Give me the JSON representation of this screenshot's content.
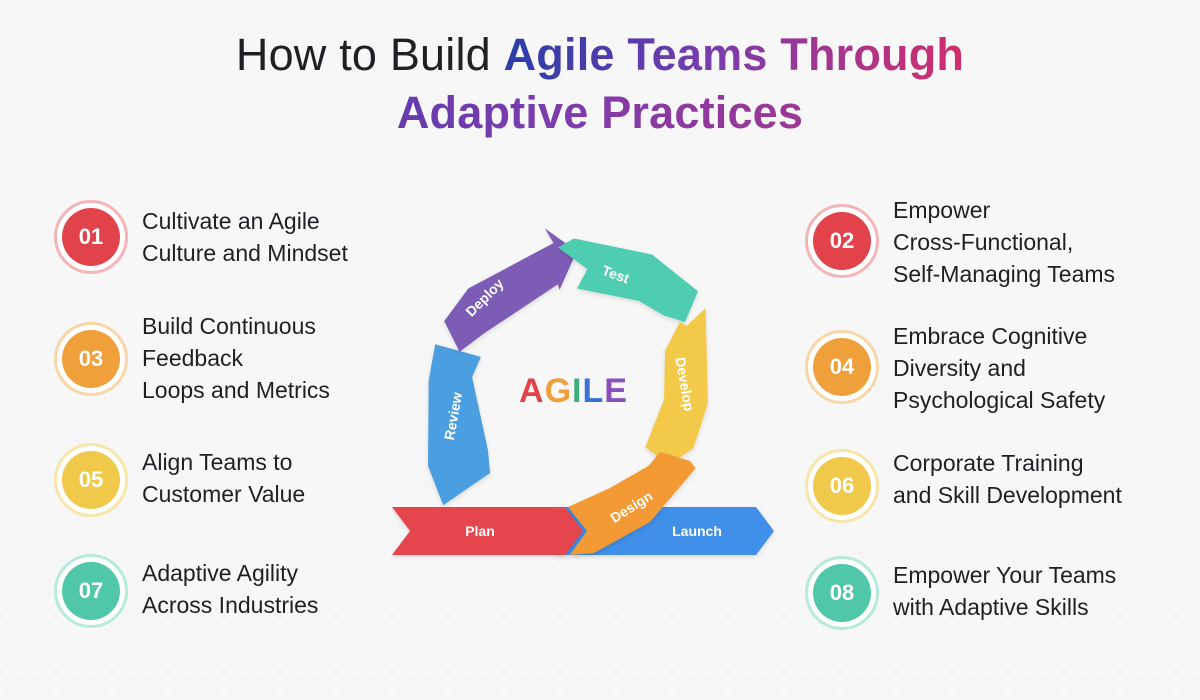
{
  "title": {
    "line1_plain": "How to Build ",
    "line1_grad": "Agile Teams Through",
    "line2_grad": "Adaptive Practices"
  },
  "center_word": "AGILE",
  "center_letter_colors": [
    "#e2434b",
    "#f0a03a",
    "#3fae7f",
    "#3b6fd8",
    "#8a4fb8"
  ],
  "cycle": {
    "deploy": "Deploy",
    "test": "Test",
    "develop": "Develop",
    "design": "Design",
    "review": "Review",
    "plan": "Plan",
    "launch": "Launch"
  },
  "cycle_colors": {
    "deploy": "#7b5bb5",
    "test": "#4fcdb0",
    "develop": "#f3c94a",
    "design": "#f39a35",
    "review": "#4b9fe0",
    "plan": "#e5454d",
    "launch": "#3f8fe8"
  },
  "items": [
    {
      "num": "01",
      "color": "#e2434b",
      "ring": "#f3b5b8",
      "lines": [
        "Cultivate an Agile",
        "Culture and Mindset"
      ]
    },
    {
      "num": "02",
      "color": "#e2434b",
      "ring": "#f3b5b8",
      "lines": [
        "Empower",
        "Cross-Functional,",
        "Self-Managing Teams"
      ]
    },
    {
      "num": "03",
      "color": "#f0a03a",
      "ring": "#f8d6a8",
      "lines": [
        "Build Continuous",
        "Feedback",
        "Loops and Metrics"
      ]
    },
    {
      "num": "04",
      "color": "#f0a03a",
      "ring": "#f8d6a8",
      "lines": [
        "Embrace Cognitive",
        "Diversity and",
        "Psychological Safety"
      ]
    },
    {
      "num": "05",
      "color": "#f0c94a",
      "ring": "#f8e6a8",
      "lines": [
        "Align Teams to",
        "Customer Value"
      ]
    },
    {
      "num": "06",
      "color": "#f0c94a",
      "ring": "#f8e6a8",
      "lines": [
        "Corporate Training",
        "and Skill Development"
      ]
    },
    {
      "num": "07",
      "color": "#4fc7a8",
      "ring": "#b6ead9",
      "lines": [
        "Adaptive Agility",
        "Across Industries"
      ]
    },
    {
      "num": "08",
      "color": "#4fc7a8",
      "ring": "#b6ead9",
      "lines": [
        "Empower Your Teams",
        "with Adaptive Skills"
      ]
    }
  ]
}
